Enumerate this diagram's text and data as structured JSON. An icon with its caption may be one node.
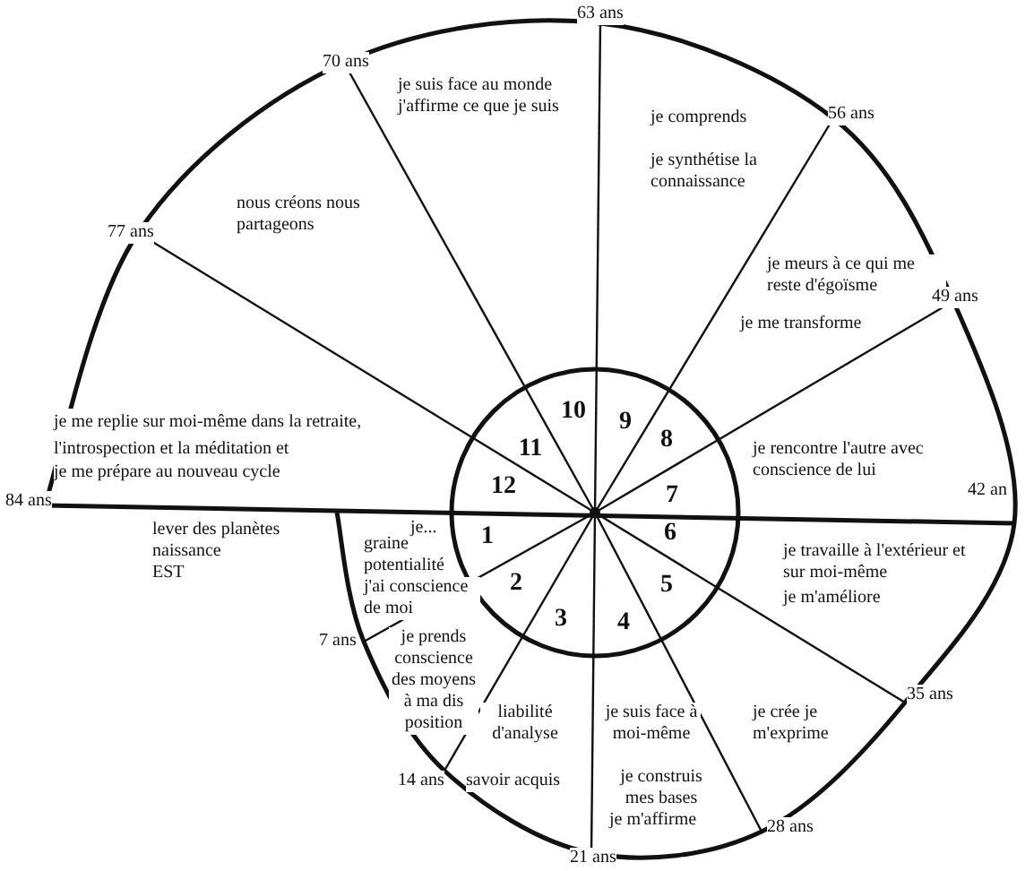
{
  "diagram": {
    "labels": [
      "63 ans",
      "70 ans",
      "je suis face au monde j'affirme ce que je suis",
      "je comprends",
      "56 ans",
      "je synthétise la connaissance",
      "nous créons nous partageons",
      "77 ans",
      "je meurs à ce qui me reste d'égoïsme",
      "49 ans",
      "je me transforme",
      "je me replie sur moi-même dans la retraite, l'introspection et la méditation et",
      "je me prépare au nouveau cycle",
      "10",
      "9",
      "8",
      "11",
      "12",
      "7",
      "1",
      "6",
      "2",
      "5",
      "3",
      "4",
      "je rencontre l'autre avec conscience de lui",
      "42 an",
      "84 ans",
      "lever des planètes",
      "naissance",
      "EST",
      "je...",
      "graine",
      "potentialité",
      "j'ai conscience de moi",
      "je travaille à l'extérieur et sur moi-même",
      "je m'améliore",
      "7 ans",
      "je prends conscience des moyens à ma dis position",
      "liabilité d'analyse",
      "je suis face à moi-même",
      "je crée je m'exprime",
      "35 ans",
      "savoir acquis",
      "je construis mes bases",
      "je m'affirme",
      "14 ans",
      "28 ans",
      "21 ans"
    ]
  }
}
